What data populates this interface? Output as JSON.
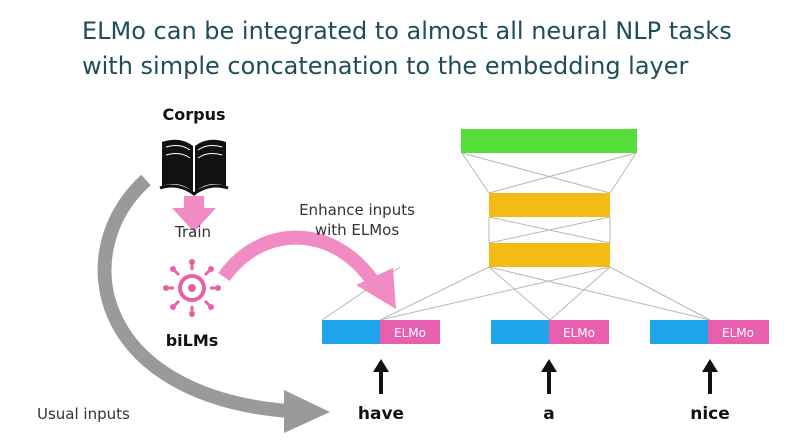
{
  "title": {
    "line1": "ELMo can be integrated to almost all neural NLP tasks",
    "line2": "with simple concatenation to the embedding layer"
  },
  "labels": {
    "corpus": "Corpus",
    "train": "Train",
    "bilms": "biLMs",
    "enhance_line1": "Enhance inputs",
    "enhance_line2": "with ELMos",
    "usual_inputs": "Usual inputs"
  },
  "tokens": [
    {
      "word": "have",
      "elmo": "ELMo"
    },
    {
      "word": "a",
      "elmo": "ELMo"
    },
    {
      "word": "nice",
      "elmo": "ELMo"
    }
  ],
  "icons": {
    "corpus": "book-icon",
    "bilms": "virus-icon"
  },
  "colors": {
    "title": "#1f4e5a",
    "embedding": "#1ea4ea",
    "elmo": "#e95fb0",
    "hidden_layer": "#f4bb14",
    "output_layer": "#56dd39",
    "pink_arrow": "#f08bc3",
    "gray_arrow": "#9a9a9a"
  }
}
